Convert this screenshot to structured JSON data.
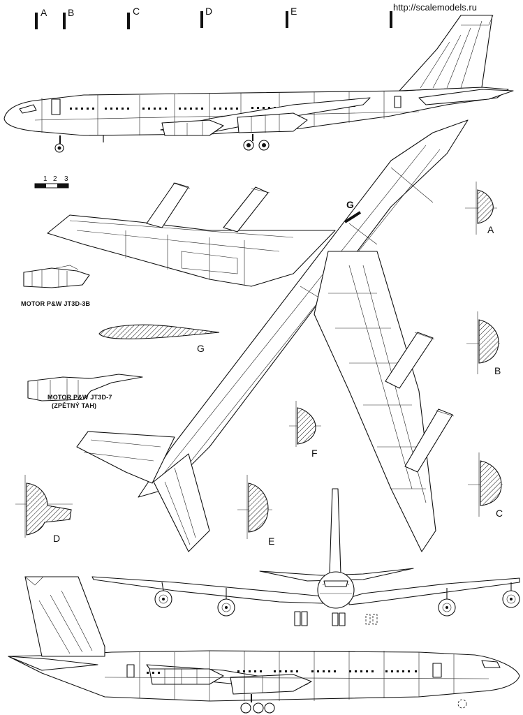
{
  "watermark": "http://scalemodels.ru",
  "section_markers": [
    "A",
    "B",
    "C",
    "D",
    "E"
  ],
  "scale_bar": {
    "ticks": [
      "1",
      "2",
      "3"
    ]
  },
  "engine_captions": {
    "jt3d_3b": "MOTOR P&W JT3D-3B",
    "jt3d_7_line1": "MOTOR P&W JT3D-7",
    "jt3d_7_line2": "(ZPĚTNÝ TAH)"
  },
  "sections": {
    "a": "A",
    "b": "B",
    "c": "C",
    "d": "D",
    "e": "E",
    "f": "F",
    "g_airfoil": "G",
    "g_marker": "G"
  }
}
